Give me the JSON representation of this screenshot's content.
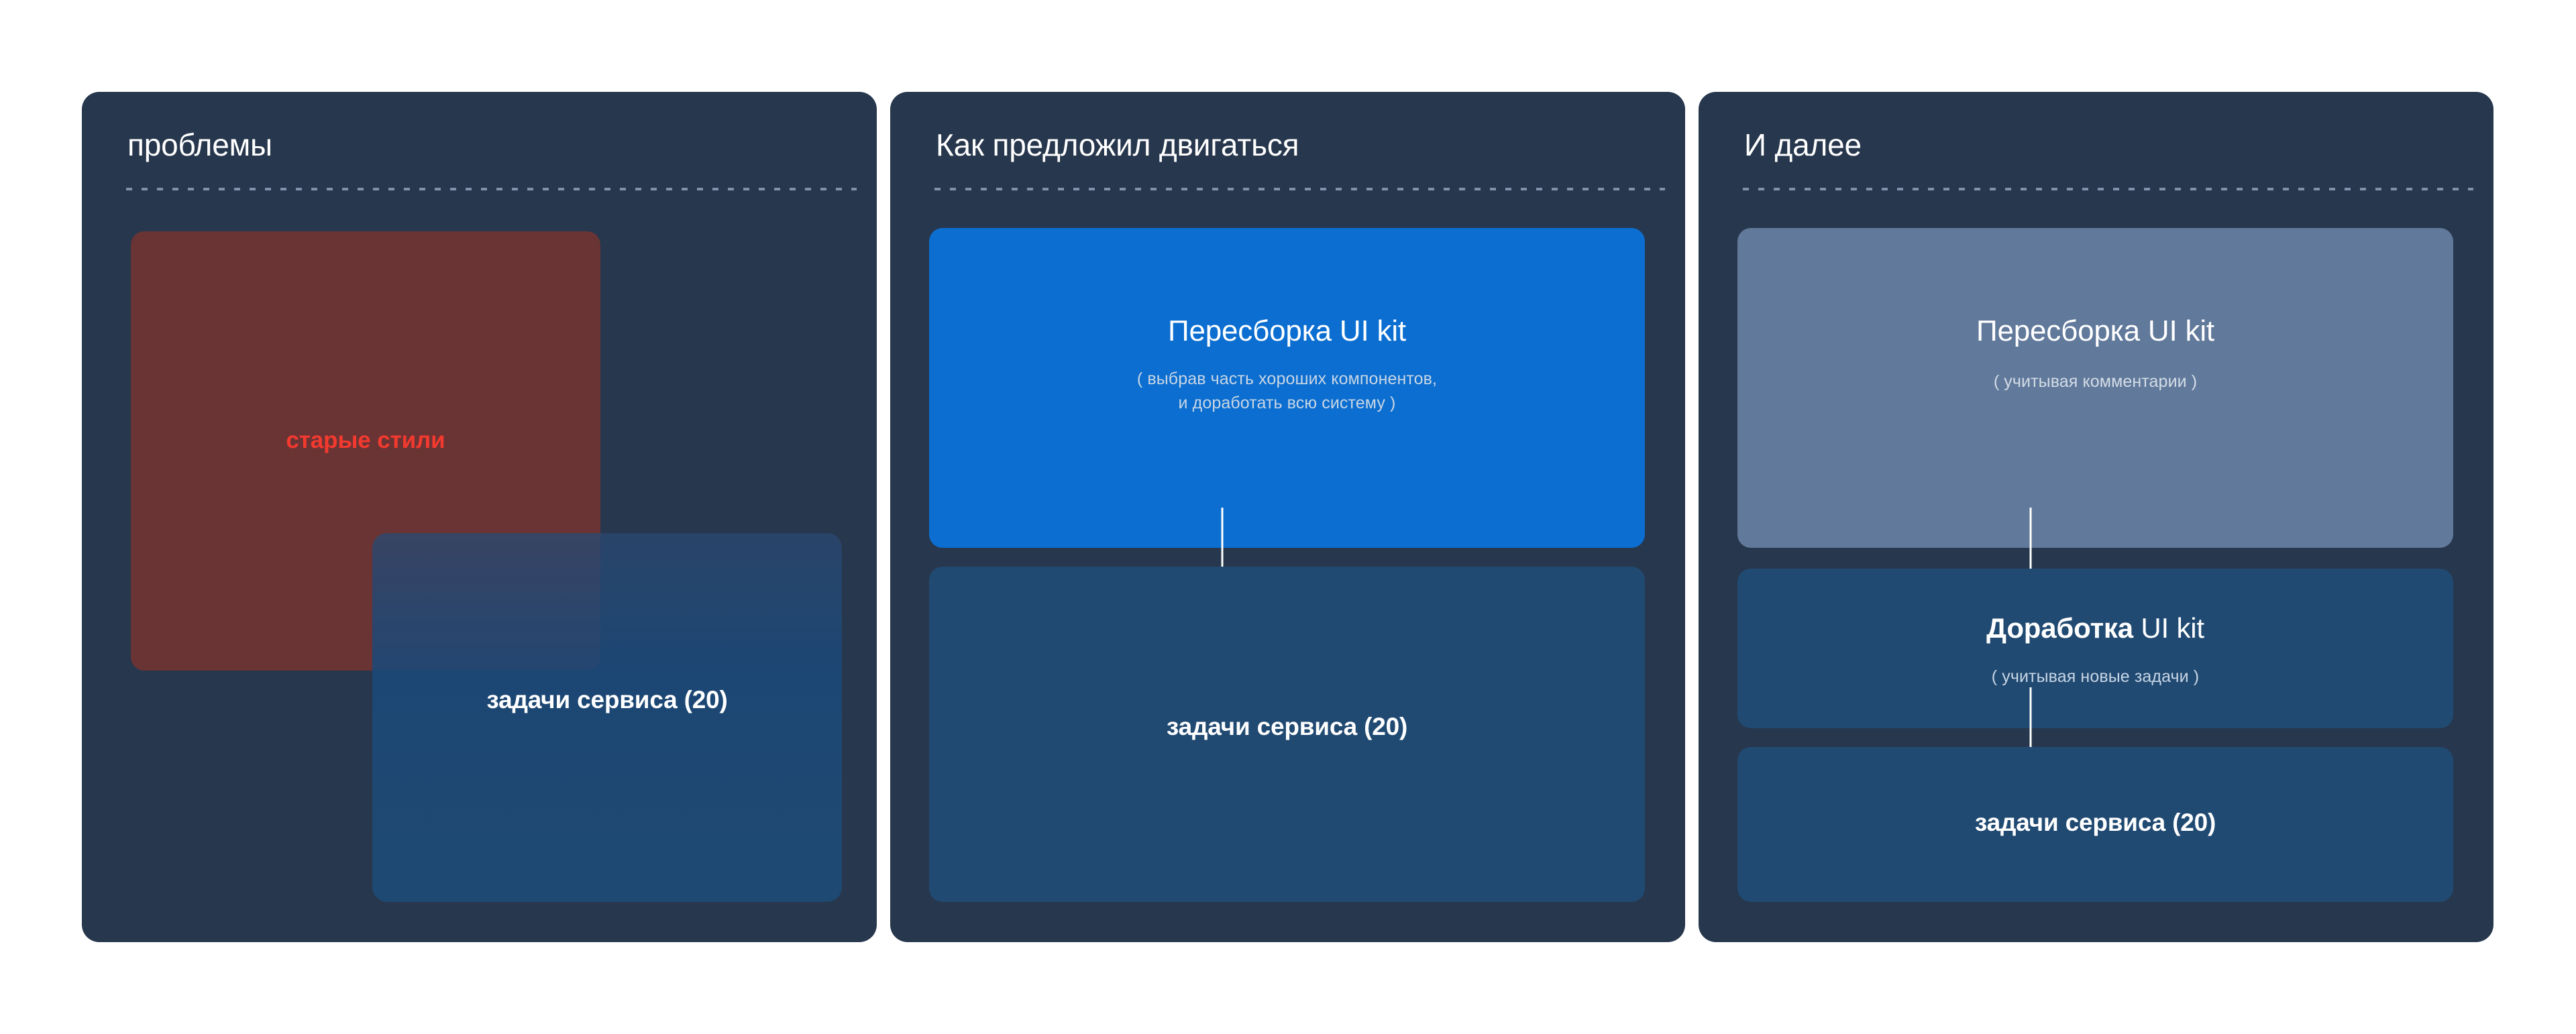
{
  "colors": {
    "page_background": "#ffffff",
    "panel_background": "#27374d",
    "card_red": "#6a3434",
    "card_red_text": "#f4392f",
    "card_blue_accent": "#0b6ed0",
    "card_navy": "#214a72",
    "card_slate": "#61799b",
    "divider_dot": "#7e93ab",
    "text_primary": "#ffffff",
    "text_secondary": "#c8d6e5"
  },
  "panels": [
    {
      "id": "problems",
      "title": "проблемы",
      "cards": [
        {
          "id": "old-styles",
          "label": "старые стили",
          "style": "red"
        },
        {
          "id": "service-tasks-overlay",
          "label": "задачи сервиса (20)",
          "style": "navy-translucent"
        }
      ]
    },
    {
      "id": "proposed",
      "title": "Как предложил двигаться",
      "cards": [
        {
          "id": "ui-kit-rebuild",
          "title": "Пересборка UI kit",
          "subtitle_lines": [
            "( выбрав часть хороших компонентов,",
            "и доработать всю систему )"
          ],
          "style": "blue"
        },
        {
          "id": "service-tasks",
          "label": "задачи сервиса (20)",
          "style": "navy"
        }
      ],
      "arrows": [
        {
          "id": "arrow-rebuild-to-tasks",
          "icon": "arrow-down-icon"
        }
      ]
    },
    {
      "id": "and-further",
      "title": "И далее",
      "cards": [
        {
          "id": "ui-kit-rebuild-2",
          "title": "Пересборка UI kit",
          "subtitle_lines": [
            "( учитывая комментарии )"
          ],
          "style": "slate"
        },
        {
          "id": "ui-kit-refinement",
          "title_strong": "Доработка",
          "title_light": " UI kit",
          "subtitle_lines": [
            "( учитывая новые задачи )"
          ],
          "style": "navy"
        },
        {
          "id": "service-tasks-2",
          "label": "задачи сервиса (20)",
          "style": "navy"
        }
      ],
      "arrows": [
        {
          "id": "arrow-rebuild-to-refinement",
          "icon": "arrow-down-icon"
        },
        {
          "id": "arrow-refinement-to-tasks",
          "icon": "arrow-down-icon"
        }
      ]
    }
  ]
}
